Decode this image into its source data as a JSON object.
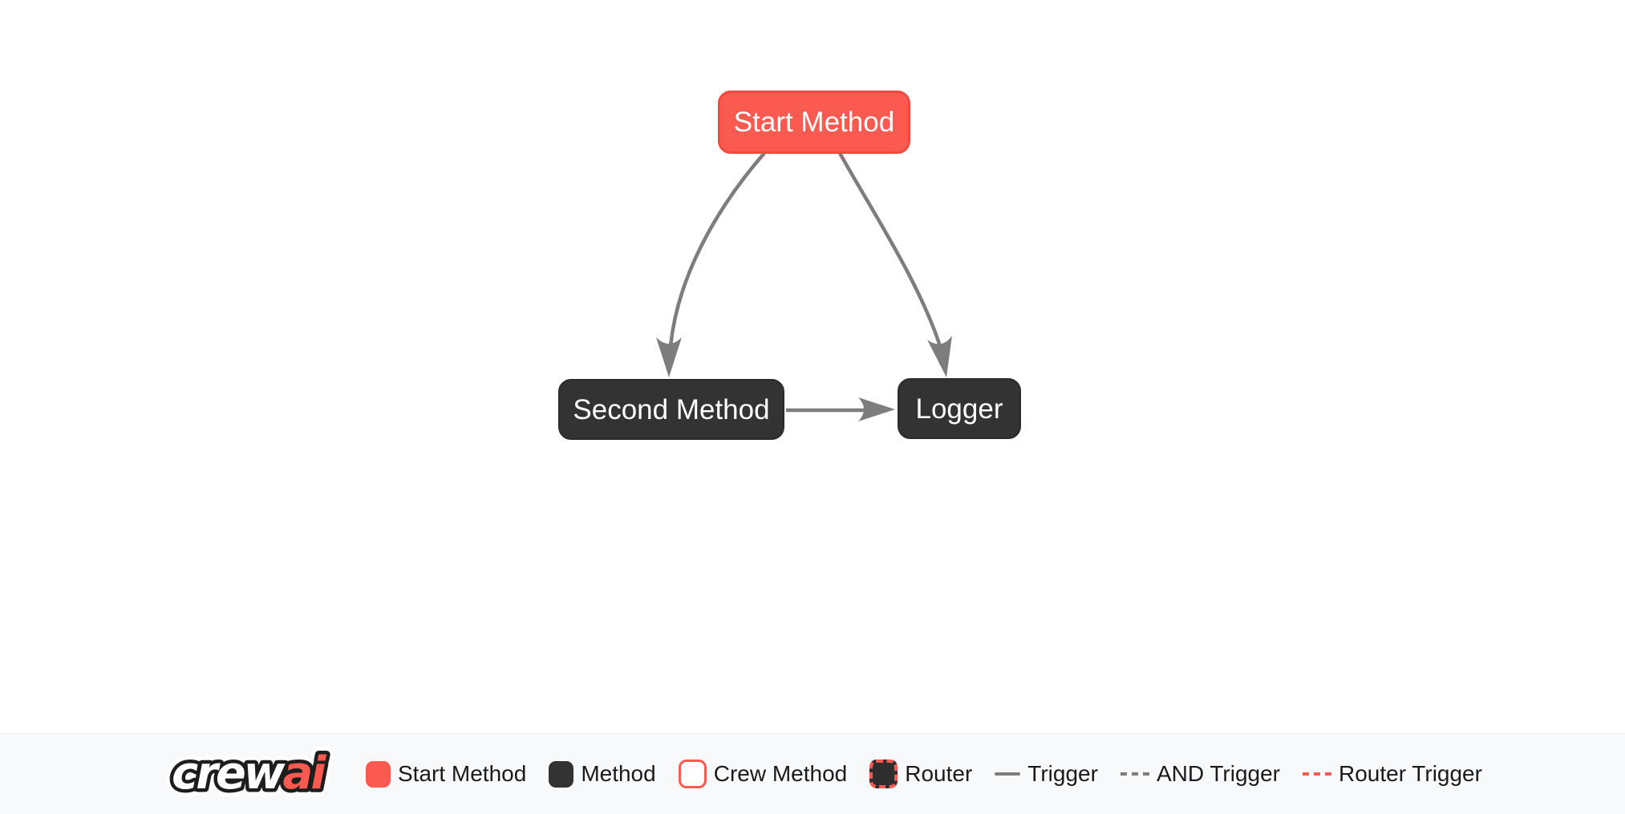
{
  "diagram": {
    "nodes": [
      {
        "id": "start",
        "label": "Start Method",
        "type": "start-method"
      },
      {
        "id": "second",
        "label": "Second Method",
        "type": "method"
      },
      {
        "id": "logger",
        "label": "Logger",
        "type": "method"
      }
    ],
    "edges": [
      {
        "from": "Start Method",
        "to": "Second Method",
        "type": "trigger"
      },
      {
        "from": "Start Method",
        "to": "Logger",
        "type": "trigger"
      },
      {
        "from": "Second Method",
        "to": "Logger",
        "type": "trigger"
      }
    ]
  },
  "legend": {
    "logo": {
      "text_white": "crew",
      "text_red": "ai"
    },
    "items": [
      {
        "label": "Start Method",
        "icon": "start-method-swatch"
      },
      {
        "label": "Method",
        "icon": "method-swatch"
      },
      {
        "label": "Crew Method",
        "icon": "crew-method-swatch"
      },
      {
        "label": "Router",
        "icon": "router-swatch"
      },
      {
        "label": "Trigger",
        "icon": "trigger-line"
      },
      {
        "label": "AND Trigger",
        "icon": "and-trigger-line"
      },
      {
        "label": "Router Trigger",
        "icon": "router-trigger-line"
      }
    ]
  },
  "colors": {
    "accent_red": "#fa5a50",
    "accent_red_border": "#ef4b3f",
    "node_dark": "#333333",
    "edge_gray": "#7d7d7d",
    "legend_bg": "#f8f9fa",
    "text": "#1a1a1a",
    "node_text": "#ffffff"
  }
}
